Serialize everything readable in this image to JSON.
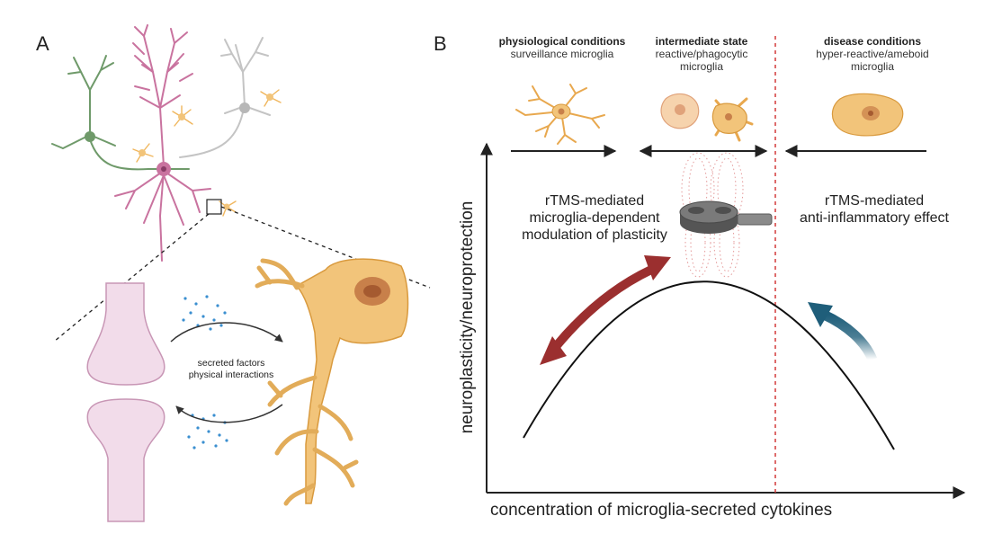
{
  "panels": {
    "a": {
      "letter": "A"
    },
    "b": {
      "letter": "B"
    }
  },
  "panel_a": {
    "interaction_line1": "secreted factors",
    "interaction_line2": "physical interactions"
  },
  "conditions": [
    {
      "heading": "physiological conditions",
      "line1": "surveillance microglia",
      "line2": ""
    },
    {
      "heading": "intermediate state",
      "line1": "reactive/phagocytic",
      "line2": "microglia"
    },
    {
      "heading": "disease conditions",
      "line1": "hyper-reactive/ameboid",
      "line2": "microglia"
    }
  ],
  "annotations": {
    "left": [
      "rTMS-mediated",
      "microglia-dependent",
      "modulation of plasticity"
    ],
    "right": [
      "rTMS-mediated",
      "anti-inflammatory effect"
    ]
  },
  "axes": {
    "x_label": "concentration of microglia-secreted cytokines",
    "y_label": "neuroplasticity/neuroprotection"
  },
  "colors": {
    "neuron_pink": "#c9739f",
    "neuron_green": "#6f9a6a",
    "neuron_grey": "#b7b7b7",
    "microglia_orange": "#f2c47a",
    "microglia_outline": "#d99a3e",
    "synapse_fill": "#f2dcea",
    "synapse_outline": "#c896b5",
    "dots_blue": "#3a8fd0",
    "arrow_red": "#9b2f2f",
    "arrow_teal": "#1f5e7a",
    "threshold_red": "#d43a3a",
    "coil_grey": "#7a7a7a"
  },
  "icons": [
    "rtms-coil-icon",
    "microglia-surveillance-icon",
    "microglia-reactive-icon",
    "microglia-ameboid-icon"
  ]
}
